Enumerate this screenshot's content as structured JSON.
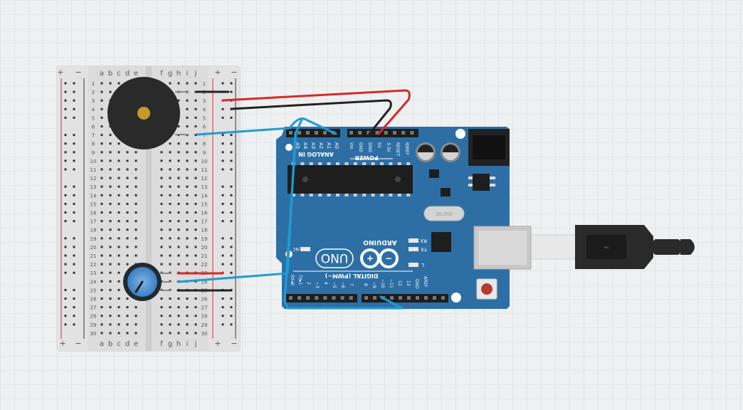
{
  "breadboard": {
    "rail_plus": "+",
    "rail_minus": "−",
    "columns_left": [
      "a",
      "b",
      "c",
      "d",
      "e"
    ],
    "columns_right": [
      "f",
      "g",
      "h",
      "i",
      "j"
    ],
    "row_count": 30
  },
  "arduino": {
    "brand": "ARDUINO",
    "model": "UNO",
    "analog_header_label": "ANALOG IN",
    "analog_pins": [
      "A0",
      "A1",
      "A2",
      "A3",
      "A4",
      "A5"
    ],
    "power_header_label": "POWER",
    "power_pins": [
      "Vin",
      "GND",
      "GND",
      "5V",
      "3.3V",
      "RESET",
      "IOREF"
    ],
    "digital_header_label": "DIGITAL (PWM~)",
    "digital_pins": [
      "RX◂0",
      "TX▸1",
      "2",
      "~3",
      "4",
      "~5",
      "~6",
      "7",
      "8",
      "~9",
      "~10",
      "~11",
      "12",
      "13",
      "GND",
      "AREF"
    ],
    "led_labels": [
      "RX",
      "TX",
      "L"
    ],
    "nc_label": "NC",
    "crystal_label": "16.000"
  },
  "colors": {
    "board_blue": "#2d6fa5",
    "wire_red": "#d42a2a",
    "wire_black": "#222222",
    "wire_blue": "#1f9bd4"
  }
}
